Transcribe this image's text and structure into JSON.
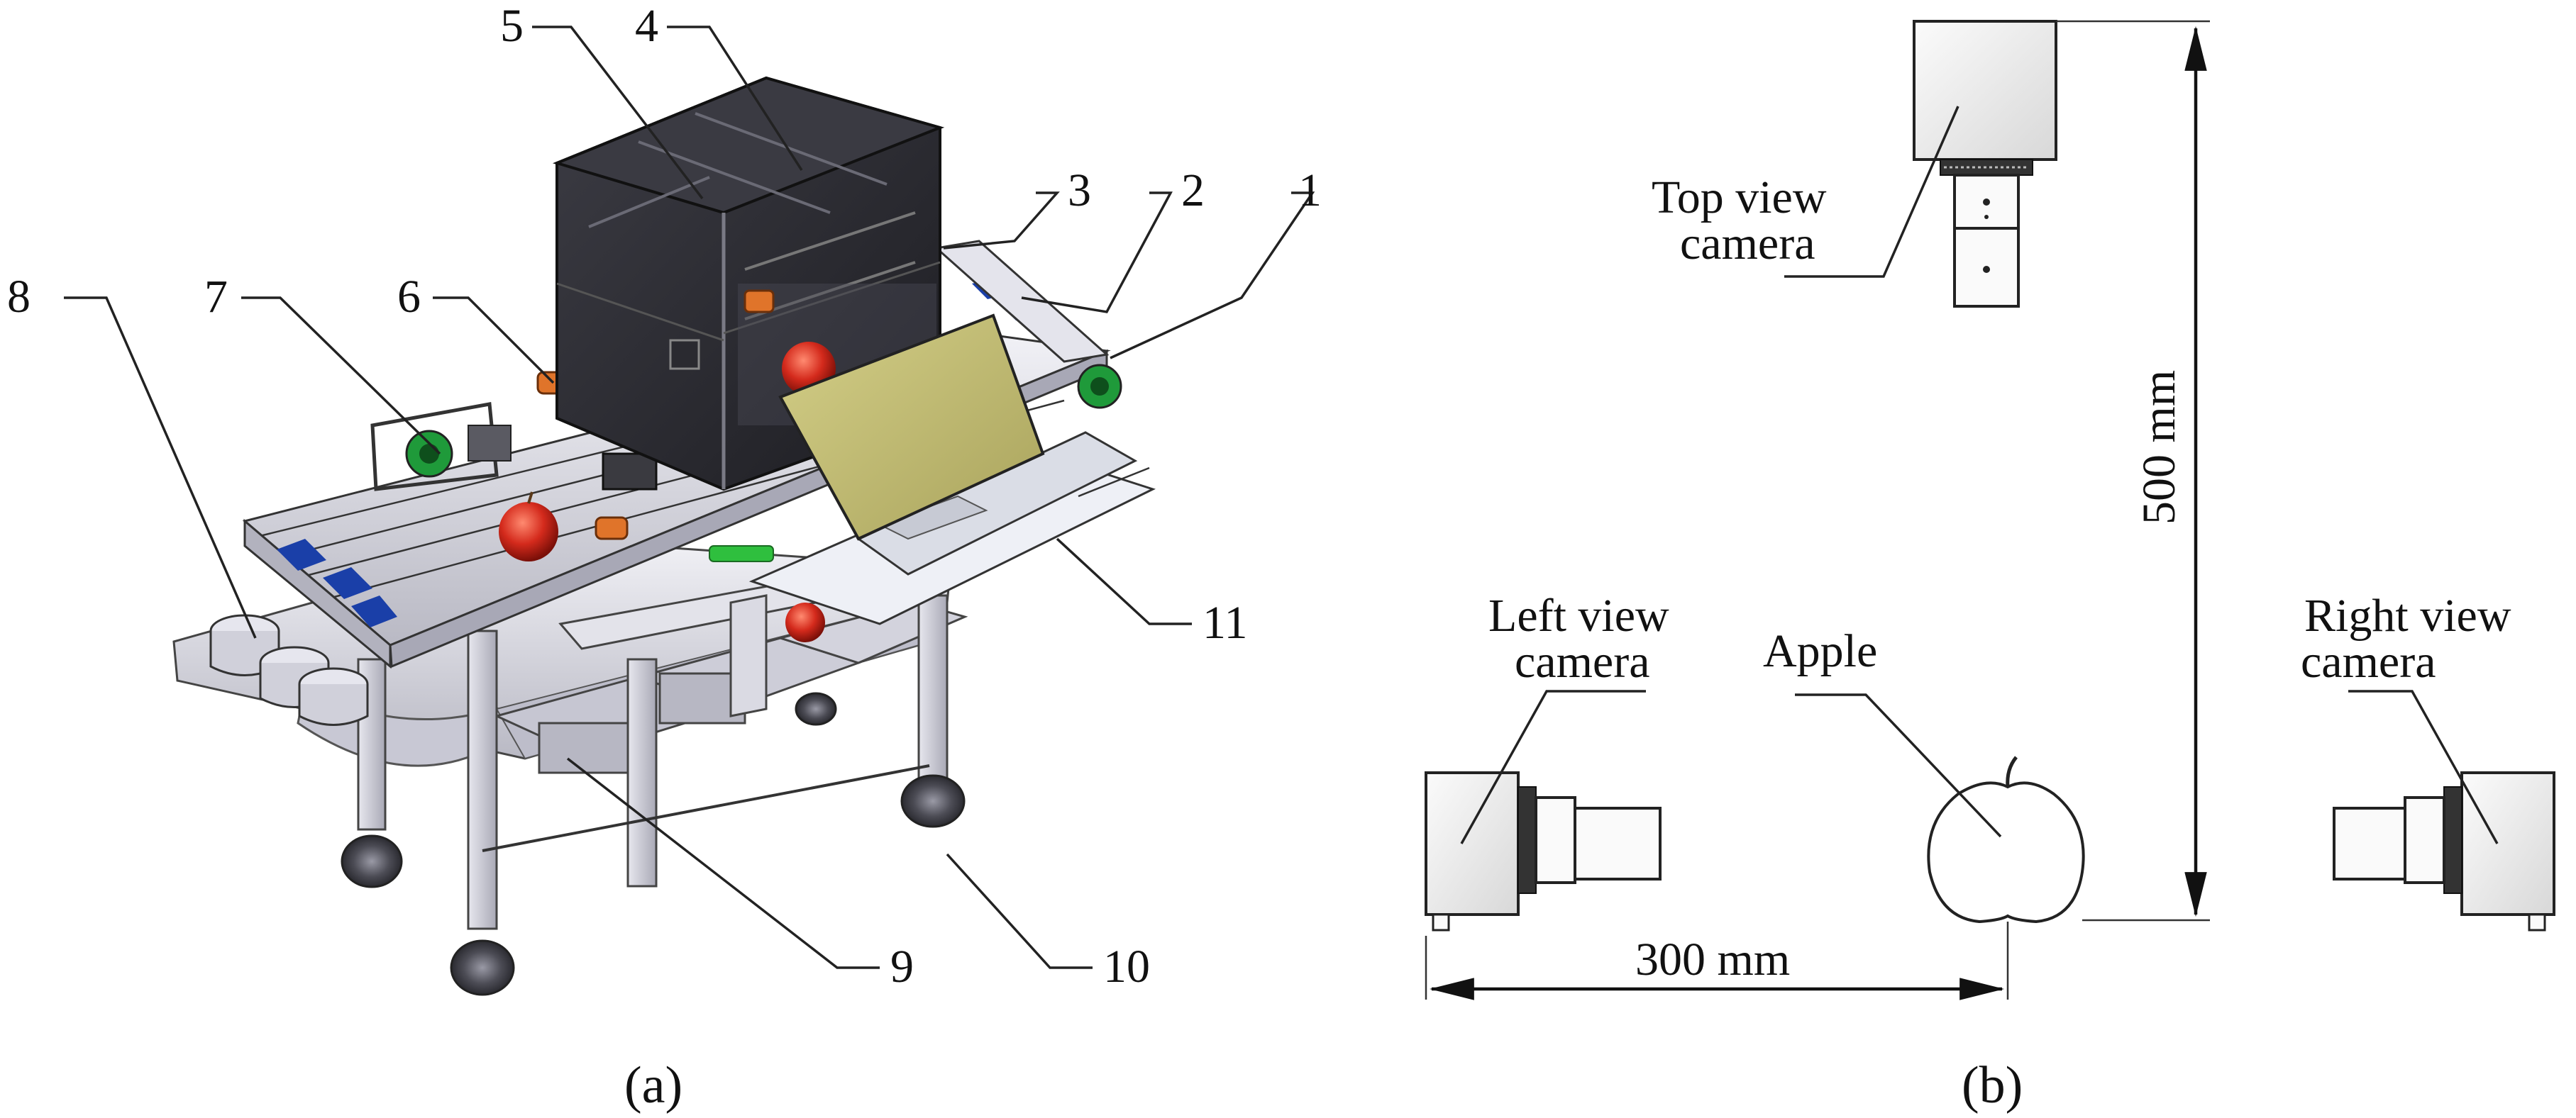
{
  "panel_a": {
    "caption": "(a)",
    "part_numbers": [
      "1",
      "2",
      "3",
      "4",
      "5",
      "6",
      "7",
      "8",
      "9",
      "10",
      "11"
    ]
  },
  "panel_b": {
    "caption": "(b)",
    "labels": {
      "top_camera": [
        "Top view",
        "camera"
      ],
      "left_camera": [
        "Left view",
        "camera"
      ],
      "right_camera": [
        "Right view",
        "camera"
      ],
      "apple": "Apple"
    },
    "dimensions": {
      "vertical": "500 mm",
      "horizontal": "300 mm"
    }
  },
  "colors": {
    "apple_red": "#d42a1c",
    "screen_yellow": "#c9c47a",
    "belt_blue": "#1a3fa8",
    "sensor_orange": "#e0742a",
    "roller_green": "#1f9a3a",
    "chamber_dark": "#2b2b30",
    "frame_grey": "#d8d8e0"
  }
}
